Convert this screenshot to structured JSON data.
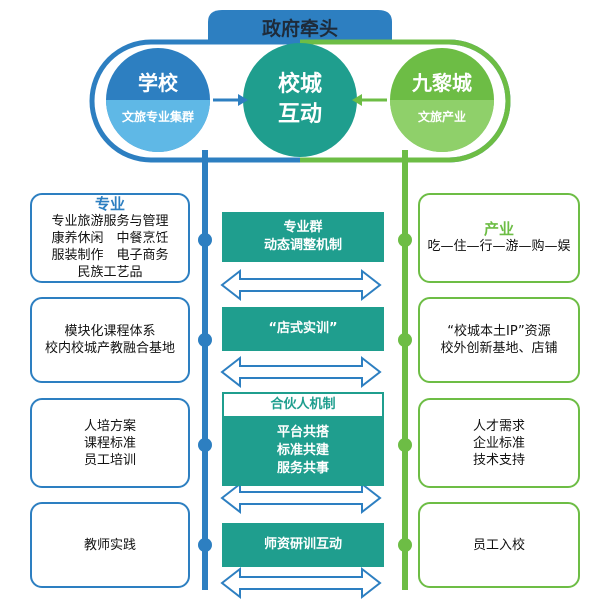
{
  "top": {
    "label": "政府牵头"
  },
  "school": {
    "title": "学校",
    "subtitle": "文旅专业集群"
  },
  "city": {
    "title": "九黎城",
    "subtitle": "文旅产业"
  },
  "hub": {
    "line1": "校城",
    "line2": "互动"
  },
  "left_boxes": [
    {
      "title": "专业",
      "lines": [
        "专业旅游服务与管理",
        "康养休闲　中餐烹饪",
        "服装制作　电子商务",
        "民族工艺品"
      ]
    },
    {
      "lines": [
        "模块化课程体系",
        "校内校城产教融合基地"
      ]
    },
    {
      "lines": [
        "人培方案",
        "课程标准",
        "员工培训"
      ]
    },
    {
      "lines": [
        "教师实践"
      ]
    }
  ],
  "right_boxes": [
    {
      "title": "产业",
      "lines": [
        "吃—住—行—游—购—娱"
      ]
    },
    {
      "lines": [
        "“校城本土IP”资源",
        "校外创新基地、店铺"
      ]
    },
    {
      "lines": [
        "人才需求",
        "企业标准",
        "技术支持"
      ]
    },
    {
      "lines": [
        "员工入校"
      ]
    }
  ],
  "middle": [
    {
      "lines": [
        "专业群",
        "动态调整机制"
      ]
    },
    {
      "lines": [
        "“店式实训”"
      ]
    },
    {
      "header": "合伙人机制",
      "lines": [
        "平台共搭",
        "标准共建",
        "服务共事"
      ]
    },
    {
      "lines": [
        "师资研训互动"
      ]
    }
  ],
  "colors": {
    "blue": "#2d7fc1",
    "green": "#6dbd45",
    "teal": "#1f9e8e",
    "light_blue": "#5fb8e6",
    "light_green": "#8fd06a"
  }
}
